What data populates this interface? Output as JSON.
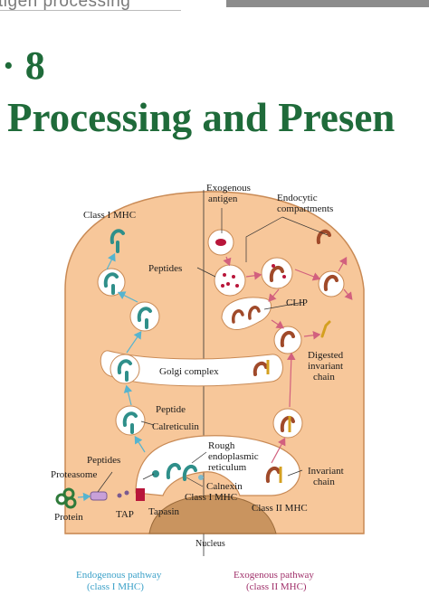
{
  "header": {
    "top_text": "tigen processing",
    "chapter_number": "8",
    "title": "Processing and Presen"
  },
  "labels": {
    "exogenous_antigen_1": "Exogenous",
    "exogenous_antigen_2": "antigen",
    "endocytic_1": "Endocytic",
    "endocytic_2": "compartments",
    "class1_mhc_top": "Class I MHC",
    "peptides_top": "Peptides",
    "clip": "CLIP",
    "digested_1": "Digested",
    "digested_2": "invariant",
    "digested_3": "chain",
    "golgi": "Golgi complex",
    "peptide": "Peptide",
    "calreticulin": "Calreticulin",
    "rough_1": "Rough",
    "rough_2": "endoplasmic",
    "rough_3": "reticulum",
    "peptides_left": "Peptides",
    "proteasome": "Proteasome",
    "calnexin": "Calnexin",
    "invariant_1": "Invariant",
    "invariant_2": "chain",
    "class1_mhc_er": "Class I MHC",
    "class2_mhc": "Class II MHC",
    "protein": "Protein",
    "tap": "TAP",
    "tapasin": "Tapasin",
    "nucleus": "Nucleus"
  },
  "captions": {
    "endogenous_1": "Endogenous pathway",
    "endogenous_2": "(class I MHC)",
    "exogenous_1": "Exogenous pathway",
    "exogenous_2": "(class II MHC)"
  },
  "colors": {
    "heading": "#1f6b3a",
    "cell_fill": "#f7c79a",
    "cell_stroke": "#c98a55",
    "vesicle_fill": "#ffffff",
    "class1_mhc": "#2f8f8a",
    "class2_mhc": "#a04a2a",
    "invariant_chain": "#d4a020",
    "antigen": "#b8163a",
    "endogenous_arrow": "#56b4cf",
    "exogenous_arrow": "#d2607e",
    "nucleus": "#c9945f"
  }
}
